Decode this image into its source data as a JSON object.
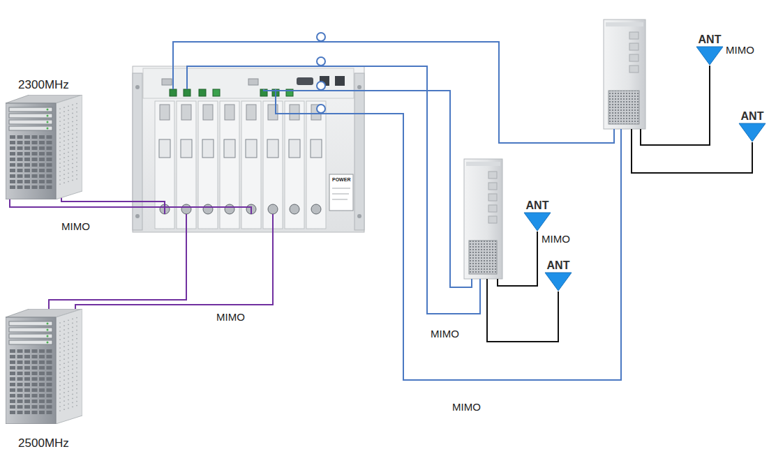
{
  "diagram": {
    "nodes": [
      {
        "text": [
          "2300MHz"
        ]
      },
      {
        "text": [
          "2500MHz"
        ]
      },
      {
        "text": [
          "ANT"
        ]
      },
      {
        "text": [
          "ANT"
        ]
      },
      {
        "text": [
          "ANT"
        ]
      },
      {
        "text": [
          "ANT"
        ]
      }
    ],
    "labels": [
      "MIMO",
      "MIMO",
      "MIMO",
      "MIMO",
      "MIMO",
      "MIMO",
      "POWER"
    ]
  }
}
